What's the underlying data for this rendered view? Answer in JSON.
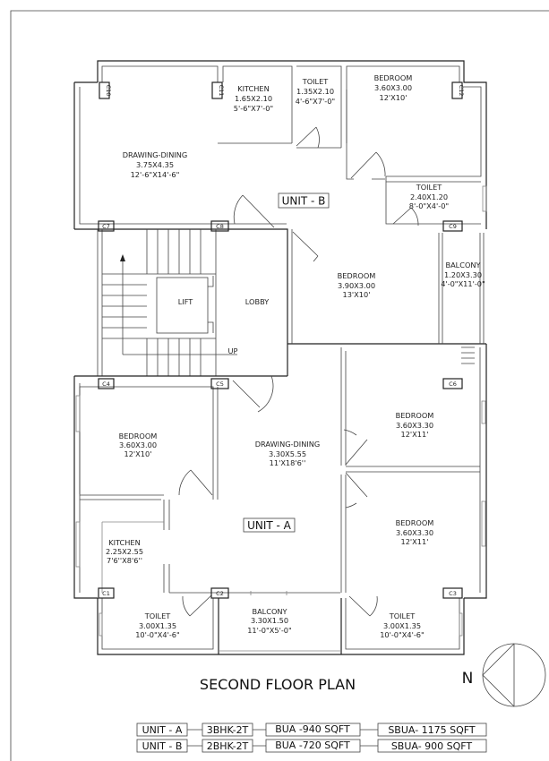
{
  "title": "SECOND FLOOR PLAN",
  "north": "N",
  "unit_b": {
    "label": "UNIT - B",
    "kitchen": {
      "name": "KITCHEN",
      "metric": "1.65X2.10",
      "imperial": "5'-6\"X7'-0\""
    },
    "toilet_1": {
      "name": "TOILET",
      "metric": "1.35X2.10",
      "imperial": "4'-6\"X7'-0\""
    },
    "bedroom_1": {
      "name": "BEDROOM",
      "metric": "3.60X3.00",
      "imperial": "12'X10'"
    },
    "drawing_dining": {
      "name": "DRAWING-DINING",
      "metric": "3.75X4.35",
      "imperial": "12'-6\"X14'-6\""
    },
    "toilet_2": {
      "name": "TOILET",
      "metric": "2.40X1.20",
      "imperial": "8'-0\"X4'-0\""
    },
    "bedroom_2": {
      "name": "BEDROOM",
      "metric": "3.90X3.00",
      "imperial": "13'X10'"
    },
    "balcony": {
      "name": "BALCONY",
      "metric": "1.20X3.30",
      "imperial": "4'-0\"X11'-0\""
    }
  },
  "core": {
    "lift": "LIFT",
    "lobby": "LOBBY",
    "stair_up": "UP"
  },
  "unit_a": {
    "label": "UNIT - A",
    "bedroom_1": {
      "name": "BEDROOM",
      "metric": "3.60X3.00",
      "imperial": "12'X10'"
    },
    "drawing_dining": {
      "name": "DRAWING-DINING",
      "metric": "3.30X5.55",
      "imperial": "11'X18'6''"
    },
    "bedroom_2": {
      "name": "BEDROOM",
      "metric": "3.60X3.30",
      "imperial": "12'X11'"
    },
    "bedroom_3": {
      "name": "BEDROOM",
      "metric": "3.60X3.30",
      "imperial": "12'X11'"
    },
    "kitchen": {
      "name": "KITCHEN",
      "metric": "2.25X2.55",
      "imperial": "7'6''X8'6''"
    },
    "toilet_1": {
      "name": "TOILET",
      "metric": "3.00X1.35",
      "imperial": "10'-0\"X4'-6\""
    },
    "balcony": {
      "name": "BALCONY",
      "metric": "3.30X1.50",
      "imperial": "11'-0\"X5'-0\""
    },
    "toilet_2": {
      "name": "TOILET",
      "metric": "3.00X1.35",
      "imperial": "10'-0\"X4'-6\""
    }
  },
  "columns": [
    "C1",
    "C2",
    "C3",
    "C4",
    "C5",
    "C6",
    "C7",
    "C8",
    "C9",
    "C10",
    "C11",
    "C12"
  ],
  "summary": [
    {
      "unit": "UNIT - A",
      "type": "3BHK-2T",
      "bua": "BUA -940 SQFT",
      "sbua": "SBUA- 1175 SQFT"
    },
    {
      "unit": "UNIT - B",
      "type": "2BHK-2T",
      "bua": "BUA -720 SQFT",
      "sbua": "SBUA- 900 SQFT"
    }
  ]
}
